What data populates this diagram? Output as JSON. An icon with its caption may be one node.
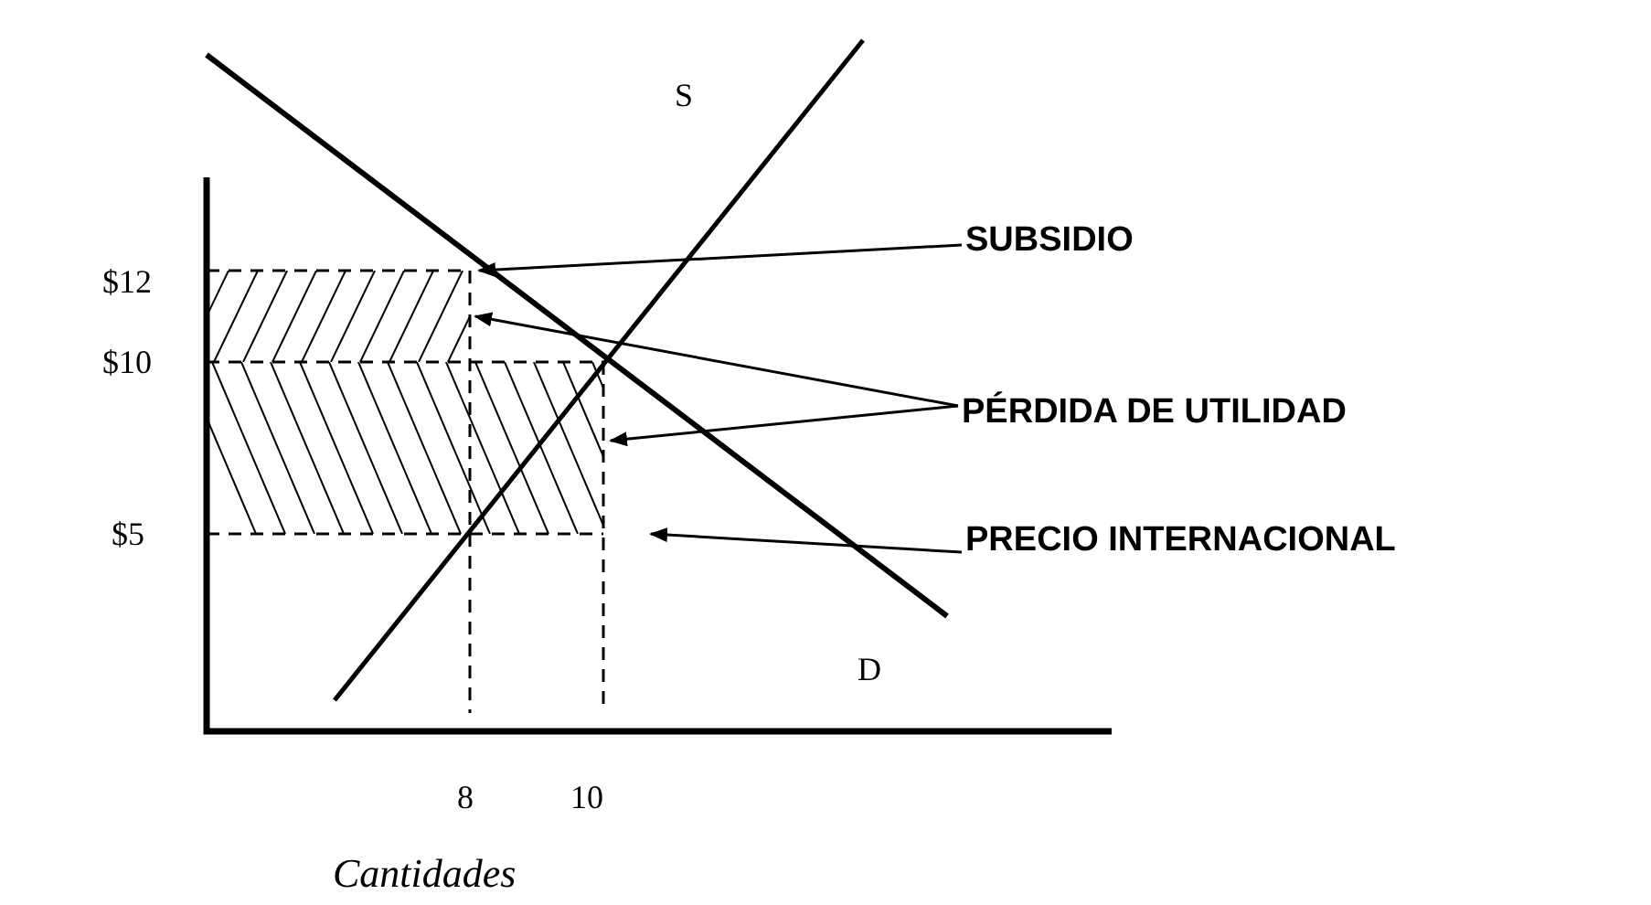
{
  "diagram": {
    "nodes": [
      {
        "text": [
          "SUBSIDIO"
        ]
      },
      {
        "text": [
          "PÉRDIDA DE UTILIDAD"
        ]
      },
      {
        "text": [
          "PRECIO INTERNACIONAL"
        ]
      }
    ],
    "edges": [
      {
        "from": 0,
        "to": null,
        "arrow": "to"
      },
      {
        "from": 1,
        "to": null,
        "arrow": "to"
      },
      {
        "from": 1,
        "to": null,
        "arrow": "to"
      },
      {
        "from": 2,
        "to": null,
        "arrow": "to"
      }
    ],
    "labels": [
      "S",
      "$12",
      "$10",
      "$5",
      "D",
      "8",
      "10",
      "Cantidades"
    ]
  }
}
